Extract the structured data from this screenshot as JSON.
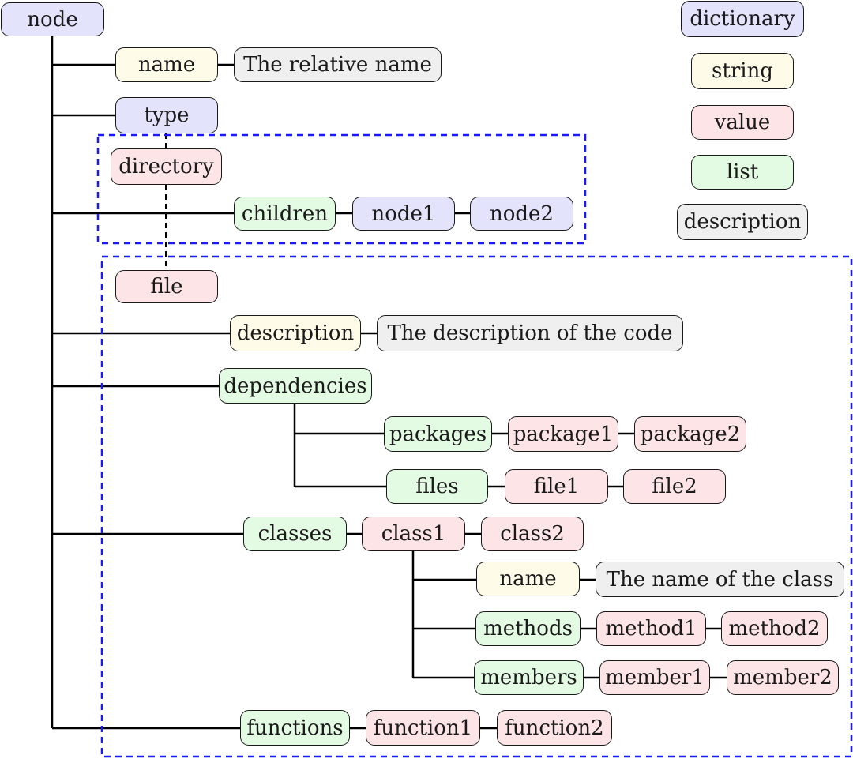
{
  "colors": {
    "dictionary": "#e3e3fb",
    "string": "#fefbe9",
    "value": "#fde4e6",
    "list": "#e3fbe3",
    "description": "#efefef",
    "line": "#000000",
    "dashed_box": "#1a1aff"
  },
  "legend": {
    "dictionary": "dictionary",
    "string": "string",
    "value": "value",
    "list": "list",
    "description": "description"
  },
  "tree": {
    "root": "node",
    "name_key": "name",
    "name_desc": "The relative name",
    "type_key": "type",
    "directory": "directory",
    "children": "children",
    "node1": "node1",
    "node2": "node2",
    "file": "file",
    "description_key": "description",
    "description_desc": "The description of the code",
    "dependencies": "dependencies",
    "packages": "packages",
    "package1": "package1",
    "package2": "package2",
    "files": "files",
    "file1": "file1",
    "file2": "file2",
    "classes": "classes",
    "class1": "class1",
    "class2": "class2",
    "class_name_key": "name",
    "class_name_desc": "The name of the class",
    "methods": "methods",
    "method1": "method1",
    "method2": "method2",
    "members": "members",
    "member1": "member1",
    "member2": "member2",
    "functions": "functions",
    "function1": "function1",
    "function2": "function2"
  }
}
